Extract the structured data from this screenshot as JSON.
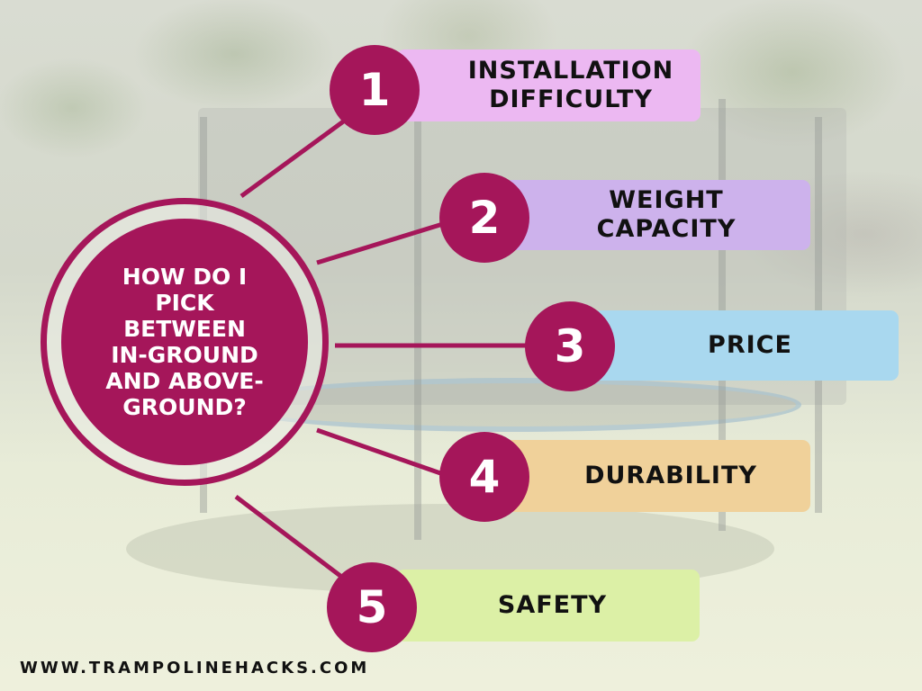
{
  "diagram": {
    "center_question": "HOW DO I\nPICK\nBETWEEN\nIN-GROUND\nAND ABOVE-\nGROUND?",
    "accent_color": "#a5165a",
    "items": [
      {
        "number": "1",
        "label": "INSTALLATION\nDIFFICULTY",
        "color": "#ecb8f2"
      },
      {
        "number": "2",
        "label": "WEIGHT\nCAPACITY",
        "color": "#cdb2ec"
      },
      {
        "number": "3",
        "label": "PRICE",
        "color": "#a9d8ef"
      },
      {
        "number": "4",
        "label": "DURABILITY",
        "color": "#f0d19a"
      },
      {
        "number": "5",
        "label": "SAFETY",
        "color": "#dcf0a6"
      }
    ]
  },
  "footer": {
    "website": "WWW.TRAMPOLINEHACKS.COM"
  }
}
